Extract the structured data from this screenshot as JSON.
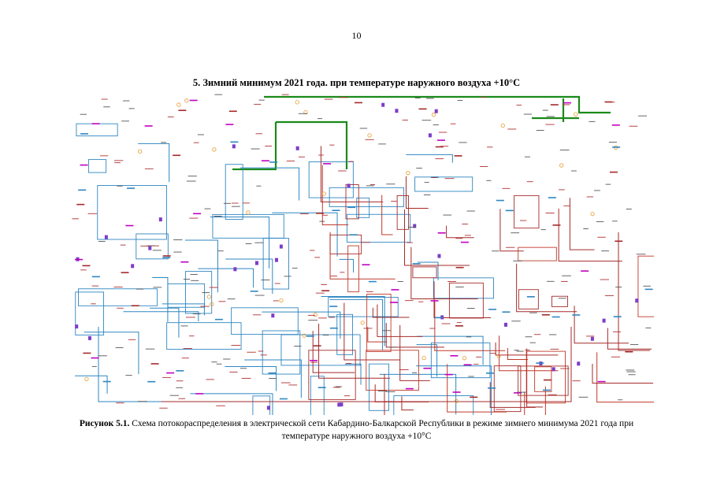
{
  "page": {
    "number": "10"
  },
  "section": {
    "heading": "5.  Зимний минимум 2021 года. при температуре наружного воздуха +10°С"
  },
  "figure": {
    "caption_label": "Рисунок 5.1.",
    "caption_text": " Схема потокораспределения в электрической сети Кабардино-Балкарской Республики в режиме зимнего минимума 2021 года при температуре наружного воздуха +10°С"
  },
  "colors": {
    "line_500kv": "#1a8a1a",
    "line_330kv": "#2e86c1",
    "line_110kv": "#a52a2a",
    "line_35kv": "#c0392b",
    "bus_magenta": "#c000c0",
    "node_orange": "#e69a2e",
    "node_purple": "#7d3cc8",
    "label_text": "#b03030"
  }
}
